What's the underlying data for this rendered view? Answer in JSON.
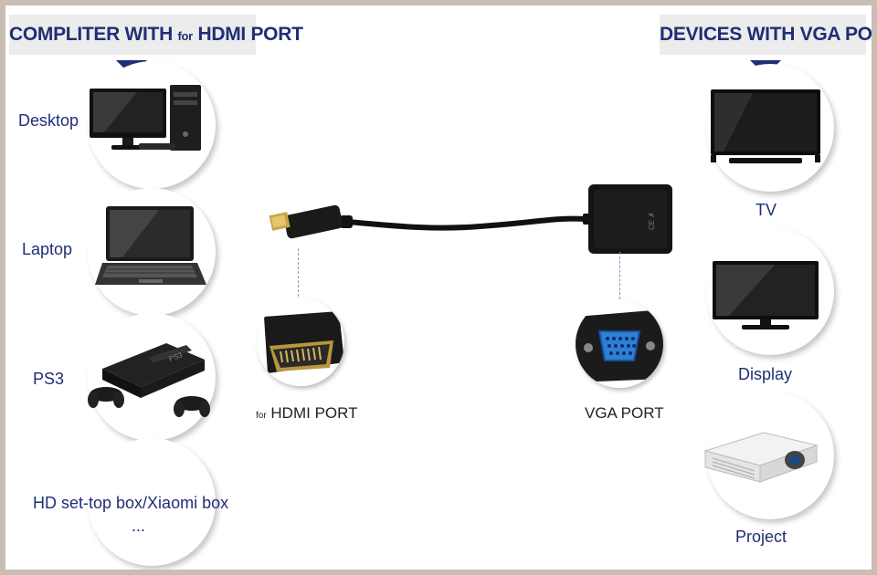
{
  "headers": {
    "left": {
      "main_a": "COMPLITER WITH",
      "small": "for",
      "main_b": "HDMI PORT"
    },
    "right": "DEVICES WITH VGA PORT"
  },
  "left_devices": [
    {
      "label": "Desktop",
      "icon": "desktop-computer-icon"
    },
    {
      "label": "Laptop",
      "icon": "laptop-icon"
    },
    {
      "label": "PS3",
      "icon": "game-console-icon"
    },
    {
      "label": "HD set-top box/Xiaomi box",
      "sub": "...",
      "icon": "set-top-box-icon"
    }
  ],
  "right_devices": [
    {
      "label": "TV",
      "icon": "tv-icon"
    },
    {
      "label": "Display",
      "icon": "monitor-icon"
    },
    {
      "label": "Project",
      "icon": "projector-icon"
    }
  ],
  "ports": {
    "hdmi": {
      "small": "for",
      "label": "HDMI PORT"
    },
    "vga": {
      "label": "VGA PORT"
    }
  },
  "colors": {
    "accent": "#1f2f74",
    "frame": "#c9beb2",
    "header_bg": "#ececec"
  }
}
